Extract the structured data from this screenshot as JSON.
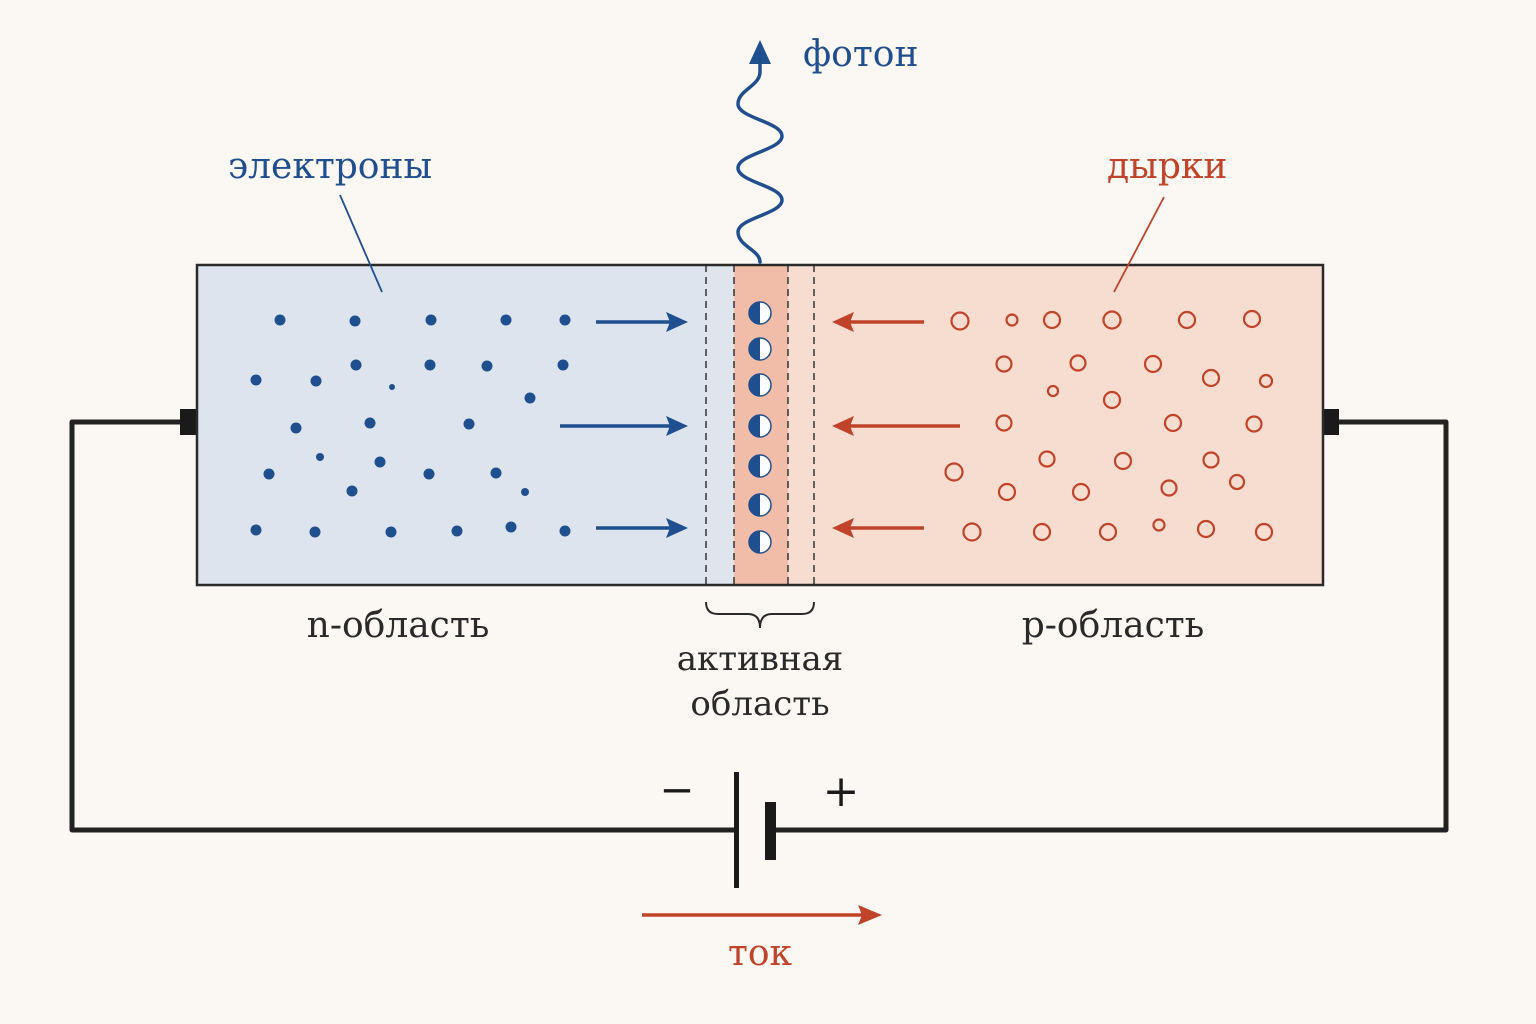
{
  "labels": {
    "photon": "фотон",
    "electrons": "электроны",
    "holes": "дырки",
    "n_region": "n-область",
    "p_region": "p-область",
    "active_region_line1": "активная",
    "active_region_line2": "область",
    "battery_minus": "−",
    "battery_plus": "+",
    "current": "ток"
  },
  "colors": {
    "background": "#fbf8f3",
    "n_region_fill": "#dde4ee",
    "p_region_fill": "#f7ddd0",
    "active_fill": "#f1bca8",
    "electron_blue": "#1f4f8f",
    "hole_red": "#c0432a",
    "wire": "#222222",
    "text_dark": "#2a2a2a"
  },
  "icons": {
    "electron": "filled-circle",
    "hole": "hollow-circle",
    "recombination": "half-filled-circle",
    "photon": "wavy-arrow-up",
    "battery": "battery-symbol"
  }
}
